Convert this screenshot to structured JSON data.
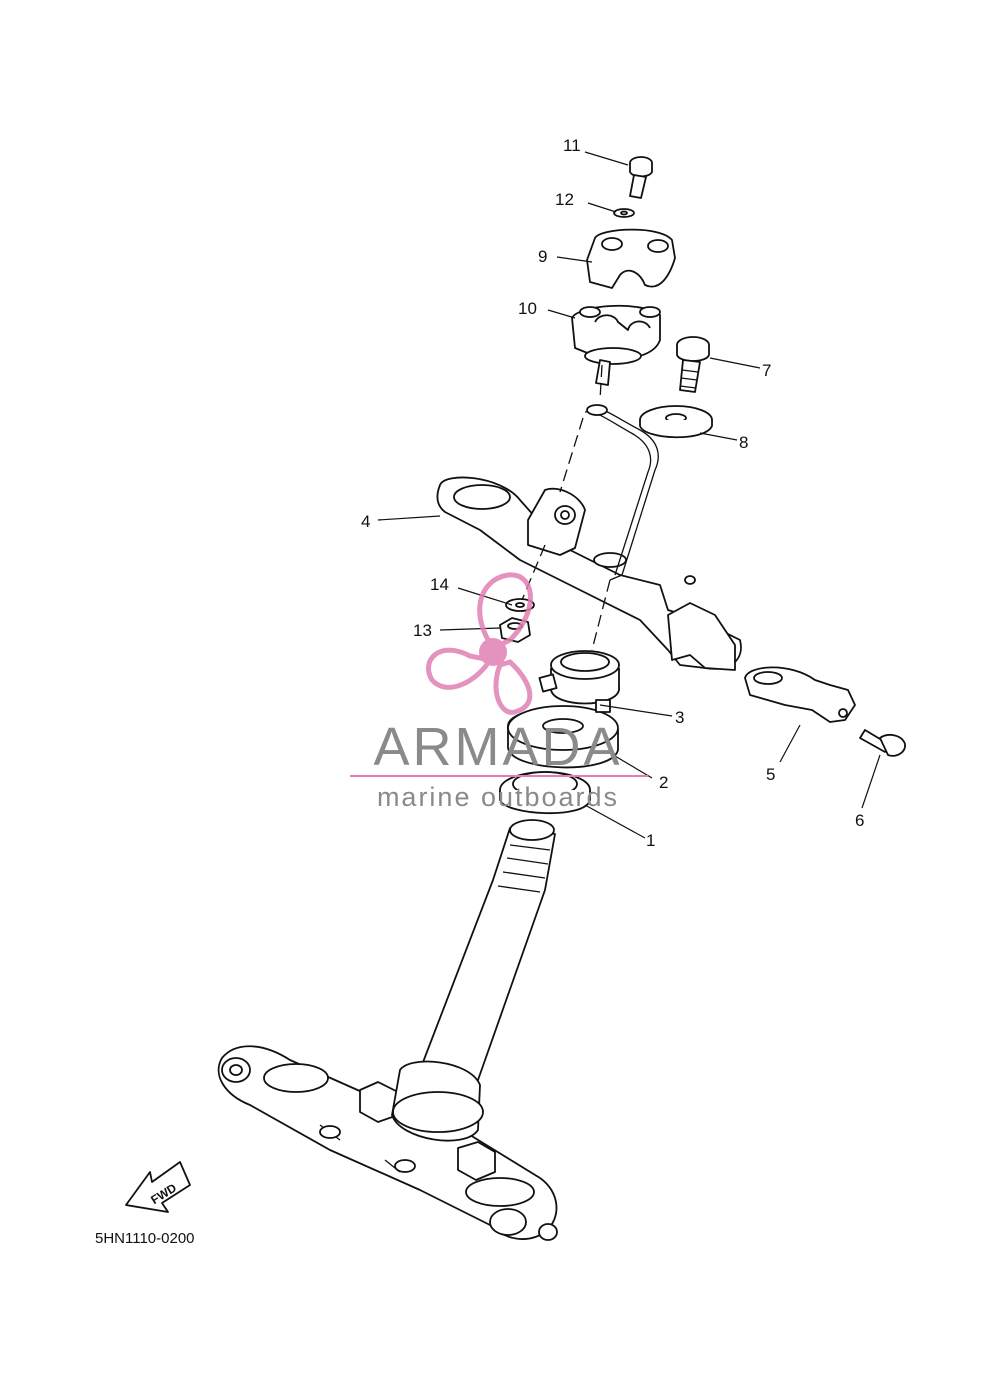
{
  "diagram": {
    "drawing_code": "5HN1110-0200",
    "fwd_label": "FWD",
    "callouts": [
      "1",
      "2",
      "3",
      "4",
      "5",
      "6",
      "7",
      "8",
      "9",
      "10",
      "11",
      "12",
      "13",
      "14"
    ]
  },
  "watermark": {
    "brand": "ARMADA",
    "tagline": "marine outboards",
    "color": "#e07fb3"
  }
}
